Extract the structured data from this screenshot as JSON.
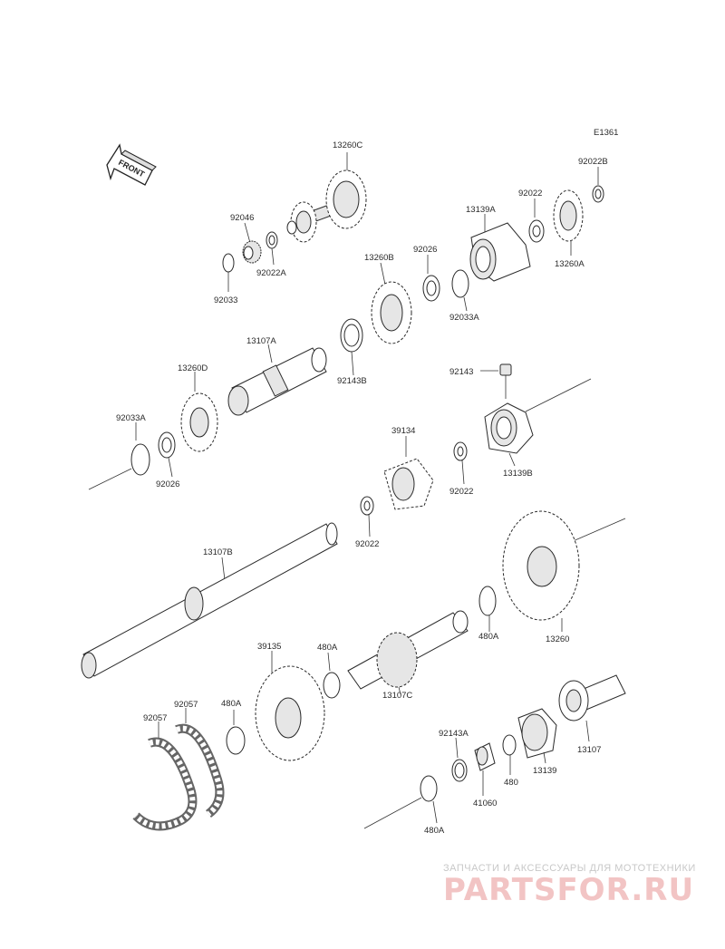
{
  "diagram_code": "E1361",
  "front_label": "FRONT",
  "watermark": {
    "subtitle": "ЗАПЧАСТИ И АКСЕССУАРЫ ДЛЯ МОТОТЕХНИКИ",
    "brand": "PARTSFOR.RU"
  },
  "parts": {
    "p13260C": "13260C",
    "p92046": "92046",
    "p92022A": "92022A",
    "p92033": "92033",
    "p13139A": "13139A",
    "p92022_top": "92022",
    "p92022B": "92022B",
    "p13260A": "13260A",
    "p13260B": "13260B",
    "p92026_top": "92026",
    "p92033A_top": "92033A",
    "p13107A": "13107A",
    "p92143B": "92143B",
    "p13260D": "13260D",
    "p92143": "92143",
    "p13139B": "13139B",
    "p92033A_left": "92033A",
    "p92026_left": "92026",
    "p39134": "39134",
    "p92022_mid": "92022",
    "p92022_low": "92022",
    "p13107B": "13107B",
    "p13260": "13260",
    "p480A_right": "480A",
    "p39135": "39135",
    "p480A_mid": "480A",
    "p13107C": "13107C",
    "p92057_a": "92057",
    "p92057_b": "92057",
    "p480A_left": "480A",
    "p92143A": "92143A",
    "p41060": "41060",
    "p480": "480",
    "p13139": "13139",
    "p13107": "13107",
    "p480A_bottom": "480A"
  }
}
